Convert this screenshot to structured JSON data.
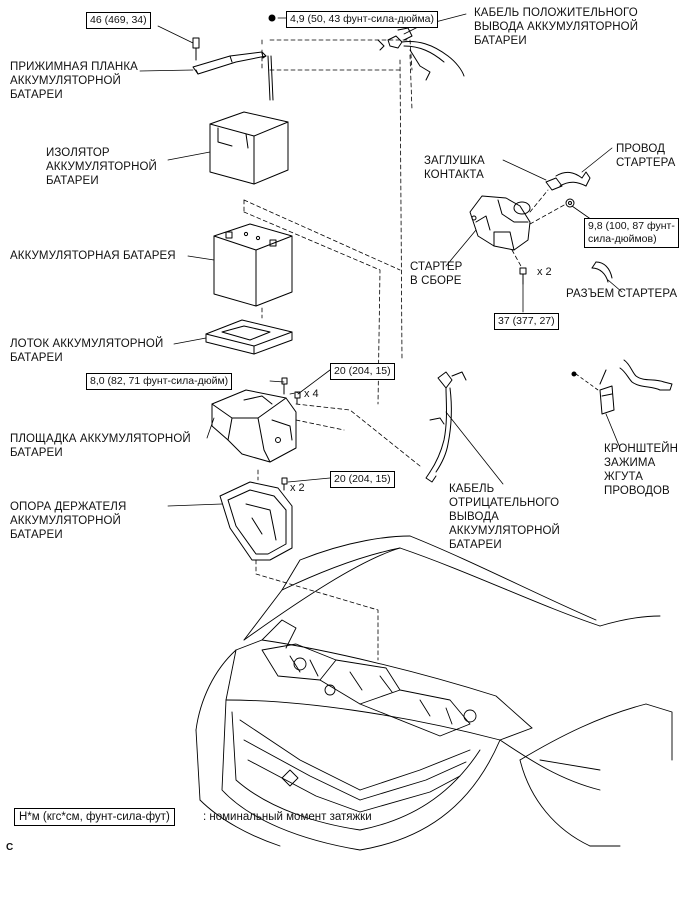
{
  "labels": {
    "hold_down": "ПРИЖИМНАЯ ПЛАНКА\nАККУМУЛЯТОРНОЙ\nБАТАРЕИ",
    "insulator": "ИЗОЛЯТОР\nАККУМУЛЯТОРНОЙ\nБАТАРЕИ",
    "battery": "АККУМУЛЯТОРНАЯ БАТАРЕЯ",
    "tray": "ЛОТОК АККУМУЛЯТОРНОЙ\nБАТАРЕИ",
    "carrier": "ПЛОЩАДКА АККУМУЛЯТОРНОЙ\nБАТАРЕИ",
    "support": "ОПОРА ДЕРЖАТЕЛЯ\nАККУМУЛЯТОРНОЙ\nБАТАРЕИ",
    "positive_cable": "КАБЕЛЬ ПОЛОЖИТЕЛЬНОГО\nВЫВОДА АККУМУЛЯТОРНОЙ\nБАТАРЕИ",
    "terminal_cap": "ЗАГЛУШКА\nКОНТАКТА",
    "starter_wire": "ПРОВОД\nСТАРТЕРА",
    "starter_assy": "СТАРТЕР\nВ СБОРЕ",
    "starter_connector": "РАЗЪЕМ СТАРТЕРА",
    "negative_cable": "КАБЕЛЬ\nОТРИЦАТЕЛЬНОГО\nВЫВОДА\nАККУМУЛЯТОРНОЙ\nБАТАРЕИ",
    "harness_bracket": "КРОНШТЕЙН\nЗАЖИМА\nЖГУТА\nПРОВОДОВ"
  },
  "torques": {
    "t_46": "46 (469, 34)",
    "t_4_9": "4,9 (50, 43 фунт-сила-дюйма)",
    "t_8_0": "8,0 (82, 71 фунт-сила-дюйм)",
    "t_20_a": "20 (204, 15)",
    "t_20_b": "20 (204, 15)",
    "t_9_8": "9,8 (100, 87 фунт-\nсила-дюймов)",
    "t_37": "37 (377, 27)"
  },
  "quantities": {
    "q_x4": "x 4",
    "q_x2_left": "x 2",
    "q_x2_right": "x 2"
  },
  "legend": {
    "box": "Н*м (кгс*см, фунт-сила-фут)",
    "text": ": номинальный момент затяжки"
  },
  "corner_mark": "C"
}
